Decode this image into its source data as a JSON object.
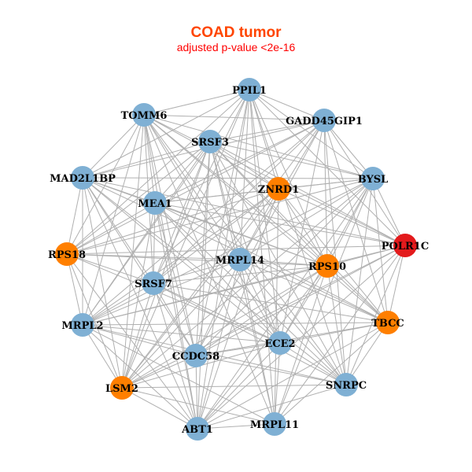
{
  "title": "COAD tumor",
  "subtitle": "adjusted p-value <2e-16",
  "colors": {
    "default": "#7fb0d4",
    "orange": "#ff7f00",
    "red": "#e31a1c",
    "edge": "#b0b0b0",
    "title": "#ff4500",
    "subtitle": "#ff0000"
  },
  "nodes": [
    {
      "id": "PPIL1",
      "label": "PPIL1",
      "group": "default"
    },
    {
      "id": "TOMM6",
      "label": "TOMM6",
      "group": "default"
    },
    {
      "id": "GADD45GIP1",
      "label": "GADD45GIP1",
      "group": "default"
    },
    {
      "id": "SRSF3",
      "label": "SRSF3",
      "group": "default"
    },
    {
      "id": "BYSL",
      "label": "BYSL",
      "group": "default"
    },
    {
      "id": "MAD2L1BP",
      "label": "MAD2L1BP",
      "group": "default"
    },
    {
      "id": "ZNRD1",
      "label": "ZNRD1",
      "group": "orange"
    },
    {
      "id": "MEA1",
      "label": "MEA1",
      "group": "default"
    },
    {
      "id": "POLR1C",
      "label": "POLR1C",
      "group": "red"
    },
    {
      "id": "RPS18",
      "label": "RPS18",
      "group": "orange"
    },
    {
      "id": "MRPL14",
      "label": "MRPL14",
      "group": "default"
    },
    {
      "id": "RPS10",
      "label": "RPS10",
      "group": "orange"
    },
    {
      "id": "SRSF7",
      "label": "SRSF7",
      "group": "default"
    },
    {
      "id": "MRPL2",
      "label": "MRPL2",
      "group": "default"
    },
    {
      "id": "TBCC",
      "label": "TBCC",
      "group": "orange"
    },
    {
      "id": "ECE2",
      "label": "ECE2",
      "group": "default"
    },
    {
      "id": "CCDC58",
      "label": "CCDC58",
      "group": "default"
    },
    {
      "id": "SNRPC",
      "label": "SNRPC",
      "group": "default"
    },
    {
      "id": "LSM2",
      "label": "LSM2",
      "group": "orange"
    },
    {
      "id": "ABT1",
      "label": "ABT1",
      "group": "default"
    },
    {
      "id": "MRPL11",
      "label": "MRPL11",
      "group": "default"
    }
  ],
  "edges": "complete"
}
